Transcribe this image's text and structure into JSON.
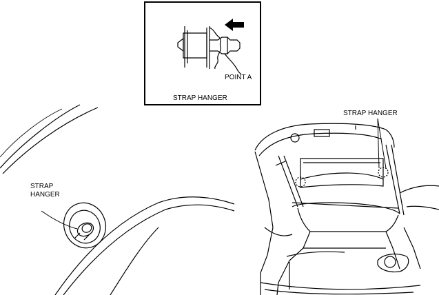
{
  "inset": {
    "label_point": "POINT A",
    "caption": "STRAP HANGER"
  },
  "left_view": {
    "label_line1": "STRAP",
    "label_line2": "HANGER"
  },
  "right_view": {
    "label": "STRAP HANGER"
  },
  "colors": {
    "line": "#000000",
    "background": "#ffffff"
  }
}
